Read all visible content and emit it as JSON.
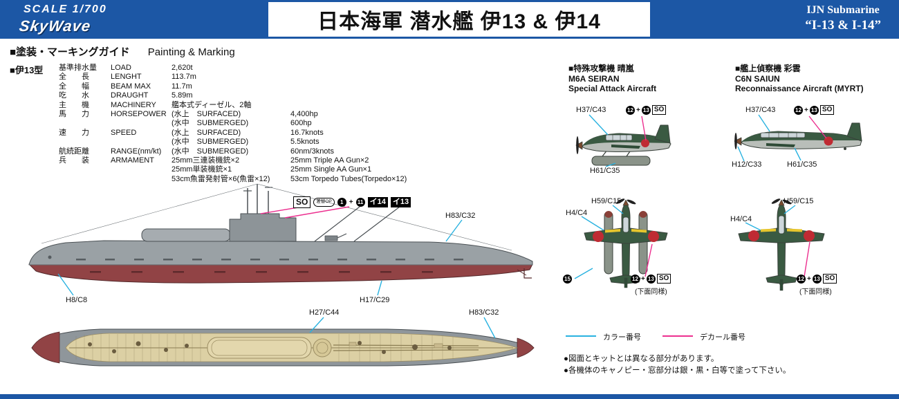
{
  "header": {
    "scale": "SCALE 1/700",
    "brand": "SkyWave",
    "title": "日本海軍 潜水艦 伊13 & 伊14",
    "sub1": "IJN Submarine",
    "sub2": "“I-13 & I-14”"
  },
  "section": {
    "jp": "■塗装・マーキングガイド",
    "en": "Painting & Marking"
  },
  "specs": {
    "class_label": "■伊13型",
    "rows": [
      {
        "jp": "基準排水量",
        "en": "LOAD",
        "v1": "2,620t",
        "v2": ""
      },
      {
        "jp": "全　　長",
        "en": "LENGHT",
        "v1": "113.7m",
        "v2": ""
      },
      {
        "jp": "全　　幅",
        "en": "BEAM MAX",
        "v1": "11.7m",
        "v2": ""
      },
      {
        "jp": "吃　　水",
        "en": "DRAUGHT",
        "v1": "5.89m",
        "v2": ""
      },
      {
        "jp": "主　　機",
        "en": "MACHINERY",
        "v1": "艦本式ディーゼル、2軸",
        "v2": ""
      },
      {
        "jp": "馬　　力",
        "en": "HORSEPOWER",
        "v1": "(水上　SURFACED)",
        "v2": "4,400hp"
      },
      {
        "jp": "",
        "en": "",
        "v1": "(水中　SUBMERGED)",
        "v2": "600hp"
      },
      {
        "jp": "速　　力",
        "en": "SPEED",
        "v1": "(水上　SURFACED)",
        "v2": "16.7knots"
      },
      {
        "jp": "",
        "en": "",
        "v1": "(水中　SUBMERGED)",
        "v2": "5.5knots"
      },
      {
        "jp": "航続距離",
        "en": "RANGE(nm/kt)",
        "v1": "(水中　SUBMERGED)",
        "v2": "60nm/3knots"
      },
      {
        "jp": "兵　　装",
        "en": "ARMAMENT",
        "v1": "25mm三連装機銃×2",
        "v2": "25mm Triple AA Gun×2"
      },
      {
        "jp": "",
        "en": "",
        "v1": "25mm単装機銃×1",
        "v2": "25mm Single AA Gun×1"
      },
      {
        "jp": "",
        "en": "",
        "v1": "53cm魚雷発射管×6(魚雷×12)",
        "v2": "53cm Torpedo Tubes(Torpedo×12)"
      }
    ]
  },
  "aircraft": {
    "seiran": {
      "jp": "■特殊攻撃機 晴嵐",
      "name": "M6A SEIRAN",
      "type": "Special Attack Aircraft"
    },
    "saiun": {
      "jp": "■艦上偵察機 彩雲",
      "name": "C6N SAIUN",
      "type": "Reconnaissance Aircraft (MYRT)"
    }
  },
  "paints": {
    "h83c32": "H83/C32",
    "h8c8": "H8/C8",
    "h17c29": "H17/C29",
    "h27c44": "H27/C44",
    "h37c43": "H37/C43",
    "h61c35": "H61/C35",
    "h59c15": "H59/C15",
    "h4c4": "H4/C4",
    "h12c33": "H12/C33"
  },
  "decals": {
    "d1": "1",
    "d11": "11",
    "d12": "12",
    "d13": "13",
    "d15": "15",
    "plus": "+",
    "so": "SO",
    "op": "差替OP",
    "i14": "イ14",
    "i13": "イ13",
    "same_below": "(下面同様)"
  },
  "legend": {
    "color_label": "カラー番号",
    "decal_label": "デカール番号"
  },
  "notes": [
    "●図面とキットとは異なる部分があります。",
    "●各機体のキャノピー・窓部分は銀・黒・白等で塗って下さい。"
  ],
  "colors": {
    "header_blue": "#1c57a5",
    "color_number_cyan": "#29b2e0",
    "decal_number_magenta": "#ec2f8f",
    "hull_gray": "#9aa1a5",
    "hull_red": "#914345",
    "deck_tan": "#dcd0a4",
    "aircraft_green": "#3a5a42"
  }
}
